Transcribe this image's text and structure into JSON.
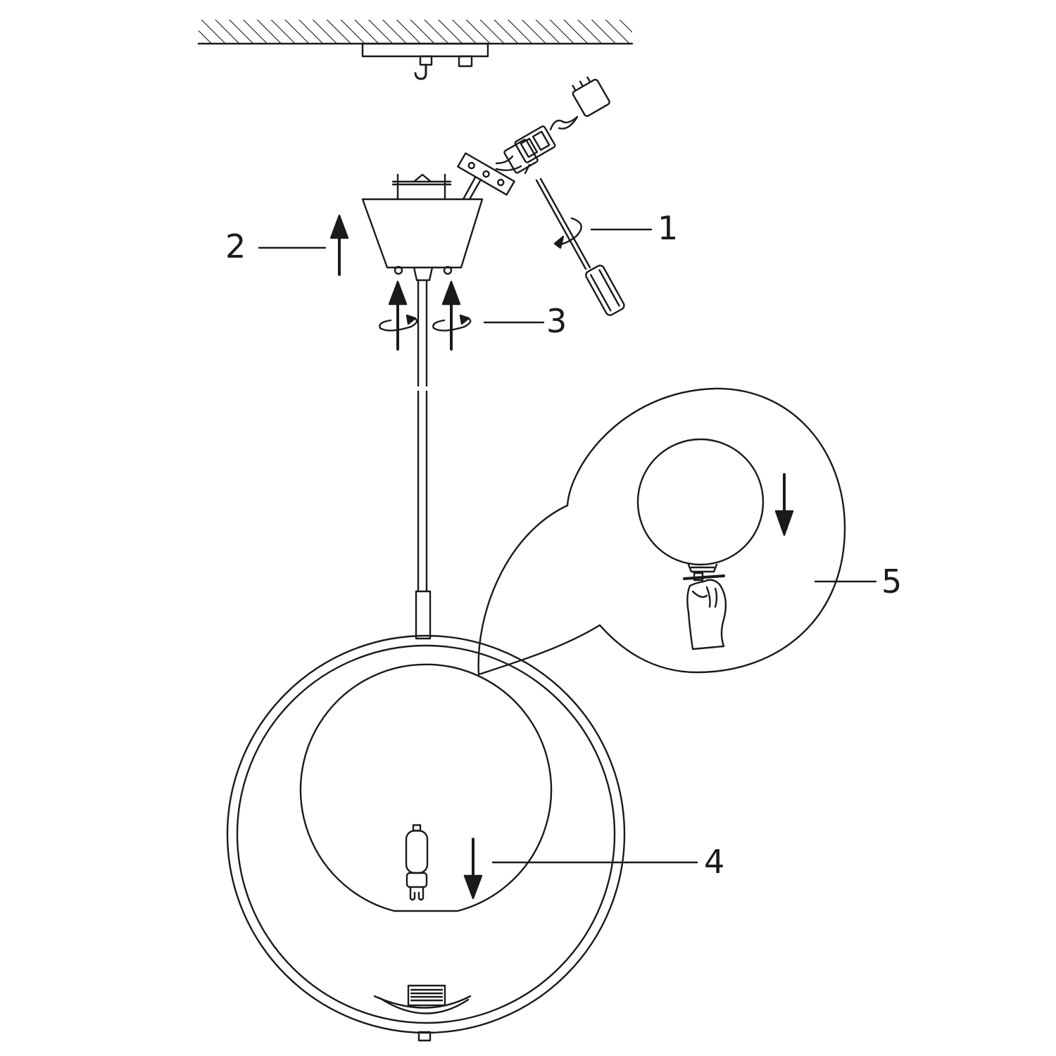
{
  "steps": [
    {
      "number": "1",
      "action": "unscrew-with-screwdriver"
    },
    {
      "number": "2",
      "action": "lift-canopy-up"
    },
    {
      "number": "3",
      "action": "screw-in-canopy-nuts"
    },
    {
      "number": "4",
      "action": "insert-g9-bulb-down"
    },
    {
      "number": "5",
      "action": "lower-glass-globe-into-socket"
    }
  ],
  "colors": {
    "line": "#1a1a1a",
    "background": "#ffffff"
  }
}
